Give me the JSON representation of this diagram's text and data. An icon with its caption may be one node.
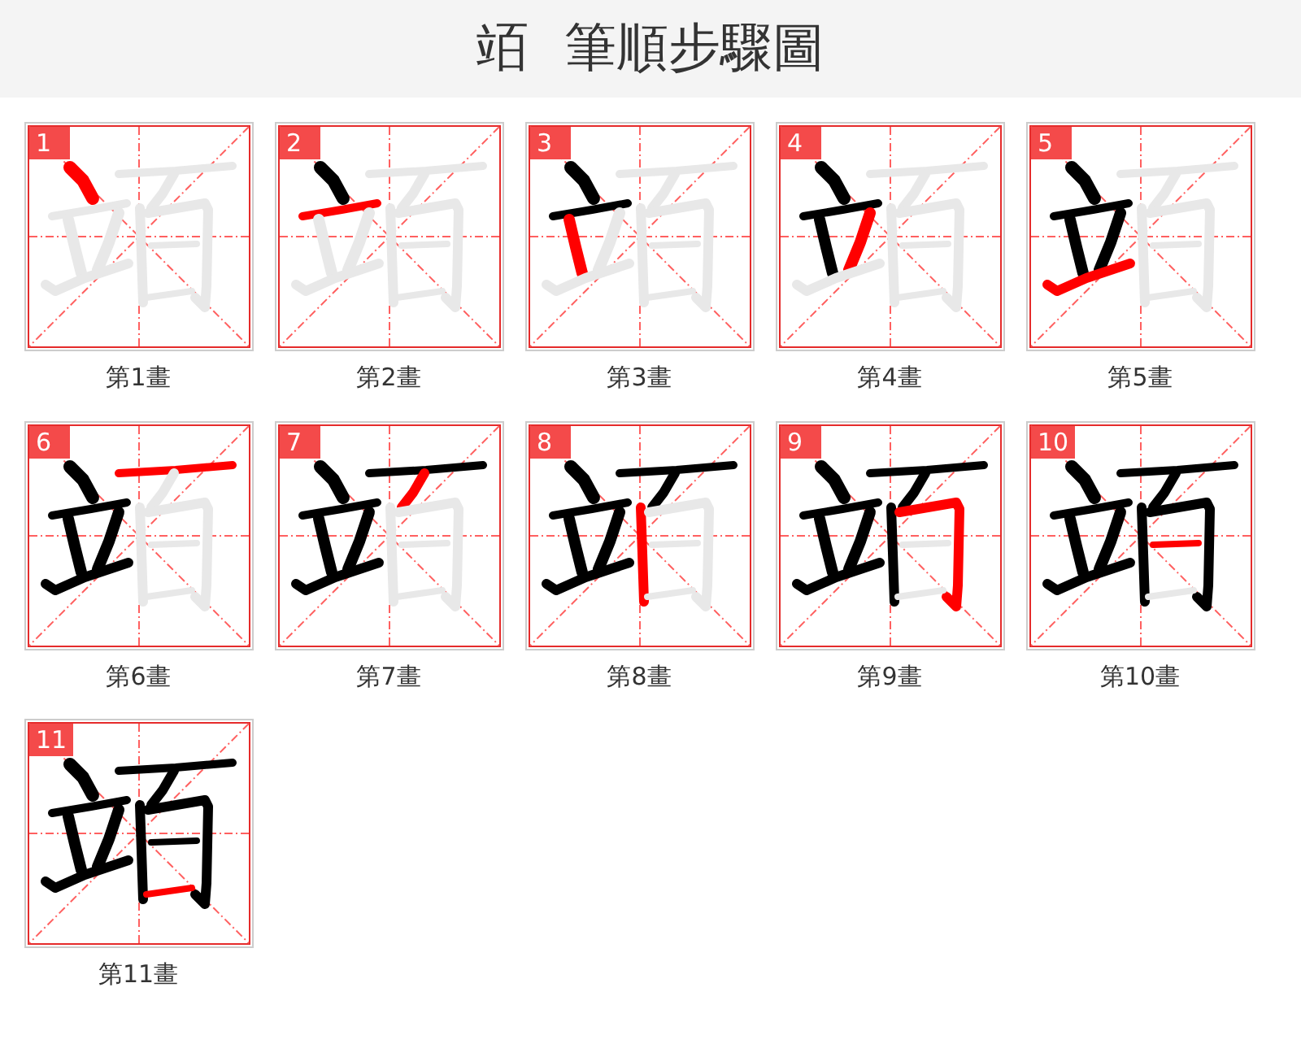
{
  "diagram": {
    "title": "竡 筆順步驟圖",
    "nodes": [
      {
        "text": [
          "1"
        ],
        "beside": [
          "第1畫"
        ]
      },
      {
        "text": [
          "2"
        ],
        "beside": [
          "第2畫"
        ]
      },
      {
        "text": [
          "3"
        ],
        "beside": [
          "第3畫"
        ]
      },
      {
        "text": [
          "4"
        ],
        "beside": [
          "第4畫"
        ]
      },
      {
        "text": [
          "5"
        ],
        "beside": [
          "第5畫"
        ]
      },
      {
        "text": [
          "6"
        ],
        "beside": [
          "第6畫"
        ]
      },
      {
        "text": [
          "7"
        ],
        "beside": [
          "第7畫"
        ]
      },
      {
        "text": [
          "8"
        ],
        "beside": [
          "第8畫"
        ]
      },
      {
        "text": [
          "9"
        ],
        "beside": [
          "第9畫"
        ]
      },
      {
        "text": [
          "10"
        ],
        "beside": [
          "第10畫"
        ]
      },
      {
        "text": [
          "11"
        ],
        "beside": [
          "第11畫"
        ]
      }
    ]
  }
}
